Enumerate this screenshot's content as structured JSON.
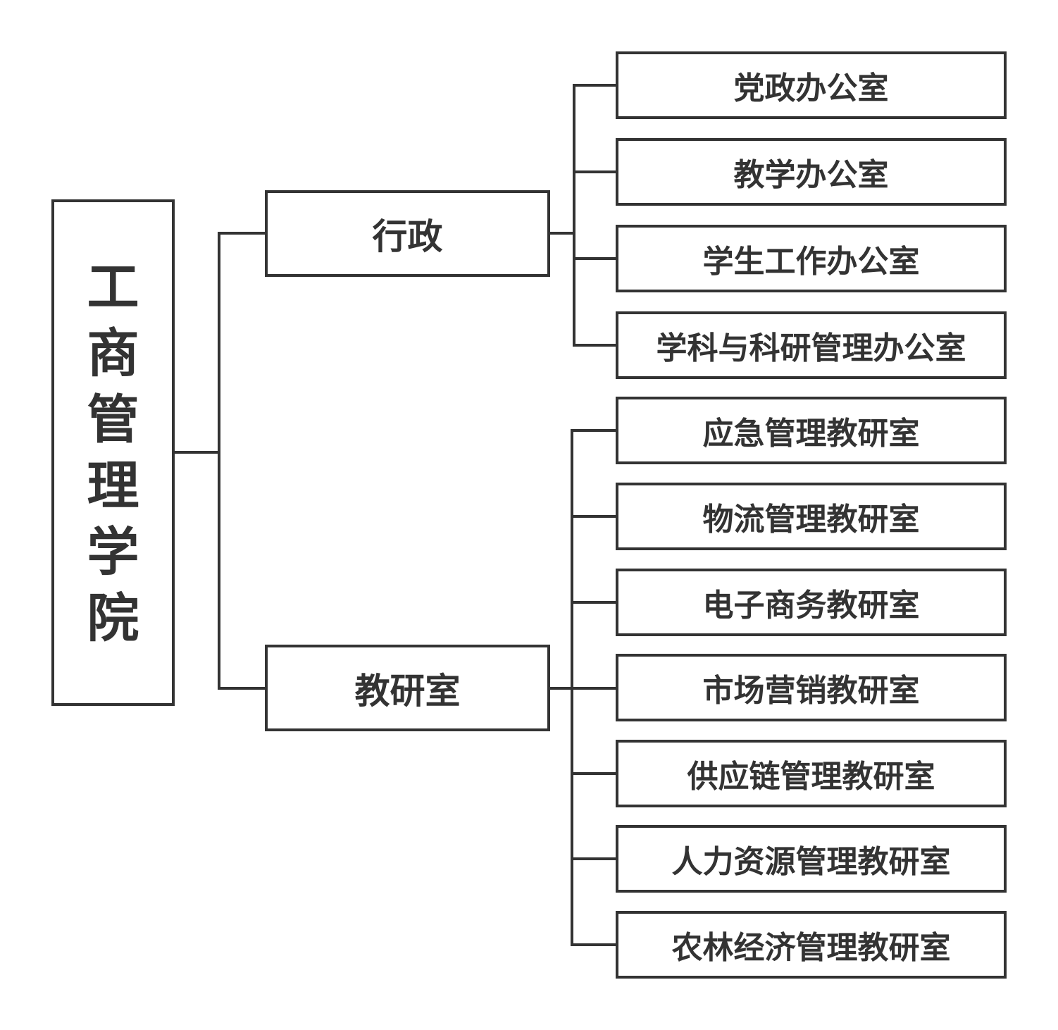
{
  "root": {
    "label": "工商管理学院",
    "chars": [
      "工",
      "商",
      "管",
      "理",
      "学",
      "院"
    ]
  },
  "branches": [
    {
      "label": "行政",
      "children": [
        "党政办公室",
        "教学办公室",
        "学生工作办公室",
        "学科与科研管理办公室"
      ]
    },
    {
      "label": "教研室",
      "children": [
        "应急管理教研室",
        "物流管理教研室",
        "电子商务教研室",
        "市场营销教研室",
        "供应链管理教研室",
        "人力资源管理教研室",
        "农林经济管理教研室"
      ]
    }
  ],
  "colors": {
    "border": "#333333",
    "text": "#333333",
    "background": "#ffffff"
  }
}
